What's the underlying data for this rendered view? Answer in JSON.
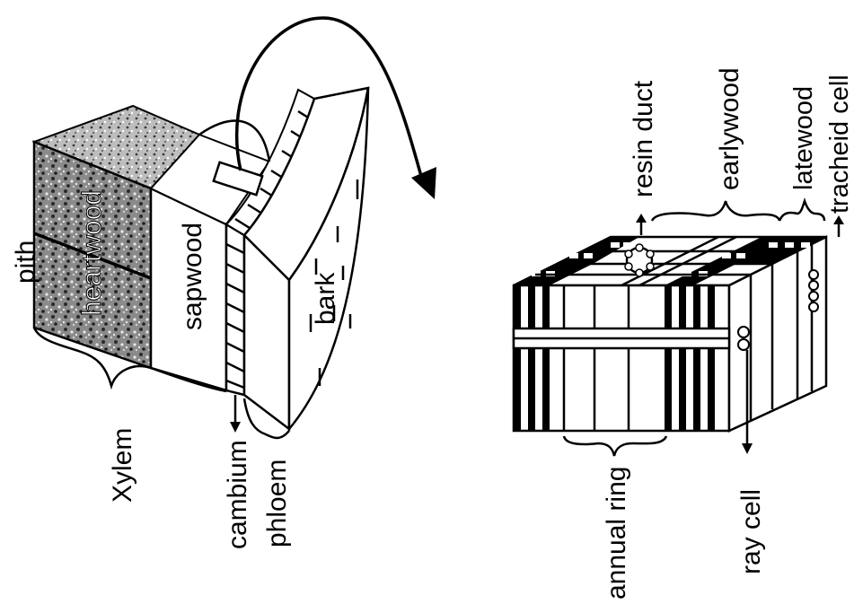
{
  "labels": {
    "pith": "pith",
    "heartwood": "heartwood",
    "sapwood": "sapwood",
    "bark": "bark",
    "xylem": "Xylem",
    "cambium": "cambium",
    "phloem": "phloem",
    "resin_duct": "resin duct",
    "earlywood": "earlywood",
    "latewood": "latewood",
    "tracheid_cell": "tracheid cell",
    "annual_ring": "annual ring",
    "ray_cell": "ray cell"
  },
  "colors": {
    "ink": "#000000",
    "background": "#ffffff",
    "heartwood_shade": "#6e6e6e"
  }
}
